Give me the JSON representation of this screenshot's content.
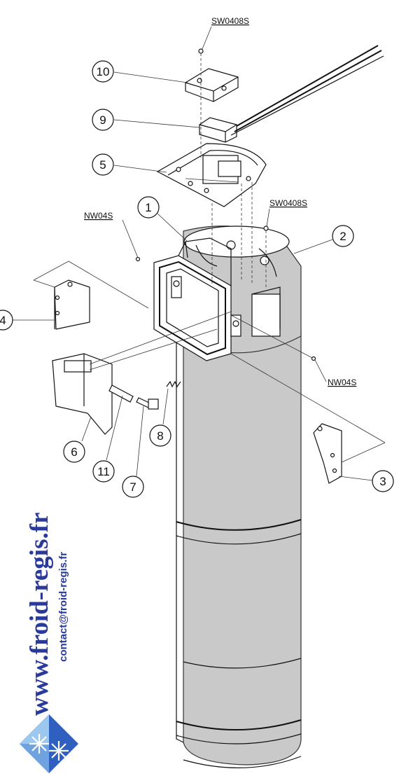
{
  "callouts": [
    {
      "label": "1"
    },
    {
      "label": "2"
    },
    {
      "label": "3"
    },
    {
      "label": "4"
    },
    {
      "label": "5"
    },
    {
      "label": "6"
    },
    {
      "label": "7"
    },
    {
      "label": "8"
    },
    {
      "label": "9"
    },
    {
      "label": "10"
    },
    {
      "label": "11"
    }
  ],
  "part_codes": {
    "screw_top": "SW0408S",
    "screw_right": "SW0408S",
    "nut_left": "NW04S",
    "nut_right": "NW04S"
  },
  "watermark": {
    "site": "www.froid-regis.fr",
    "email": "contact@froid-regis.fr"
  },
  "colors": {
    "body_fill": "#c9c9c9",
    "watermark_text": "#2a3a9a",
    "logo_blue": "#2f5fbf",
    "logo_light": "#9cc7ee"
  }
}
